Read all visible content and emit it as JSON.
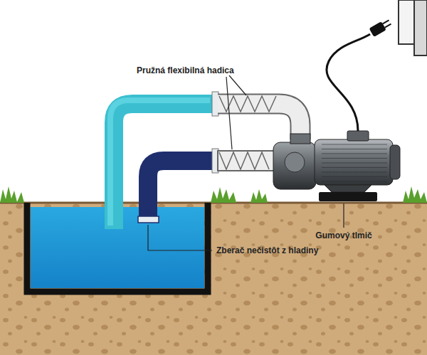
{
  "diagram": {
    "labels": [
      "Pružná flexibilná hadica",
      "Zberač nečistôt z hladiny",
      "Gumový tlmič"
    ]
  }
}
